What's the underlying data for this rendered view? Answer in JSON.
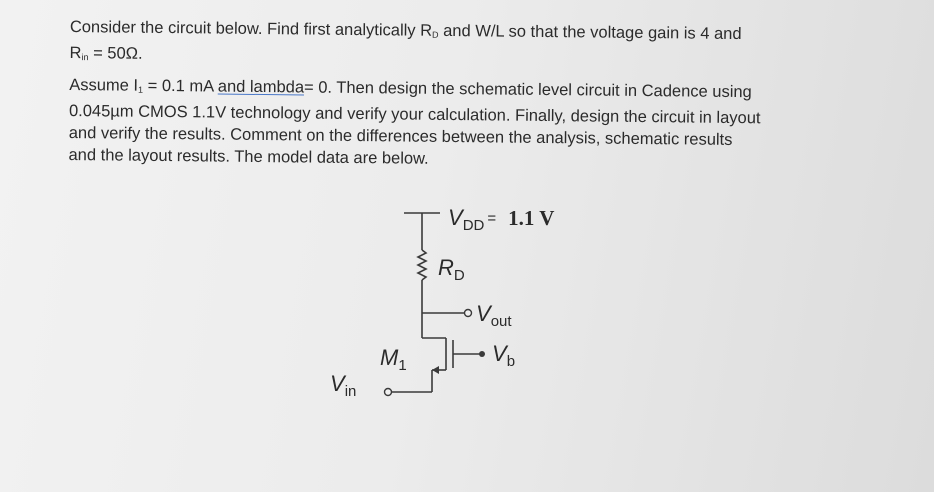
{
  "problem": {
    "p1": {
      "a": "Consider the circuit below. Find first analytically R",
      "a_sub": "D",
      "b": " and W/L so that the voltage gain is 4 and",
      "c": "R",
      "c_sub": "in",
      "d": " = 50Ω."
    },
    "p2": {
      "a": "Assume I",
      "a_sub": "1",
      "b": " = 0.1 mA ",
      "underlined": "and  lambda",
      "c": "= 0. Then design the schematic level circuit in Cadence using",
      "d": "0.045µm CMOS 1.1V technology and verify your calculation. Finally, design the circuit in layout",
      "e": "and verify the results. Comment on the differences between the analysis, schematic results",
      "f": "and the layout results. The model data are below."
    }
  },
  "circuit": {
    "vdd": {
      "v": "V",
      "sub": "DD",
      "eq": "=",
      "value": "1.1 V"
    },
    "rd": {
      "r": "R",
      "sub": "D"
    },
    "vout": {
      "v": "V",
      "sub": "out"
    },
    "m1": {
      "m": "M",
      "sub": "1"
    },
    "vb": {
      "v": "V",
      "sub": "b"
    },
    "vin": {
      "v": "V",
      "sub": "in"
    }
  }
}
